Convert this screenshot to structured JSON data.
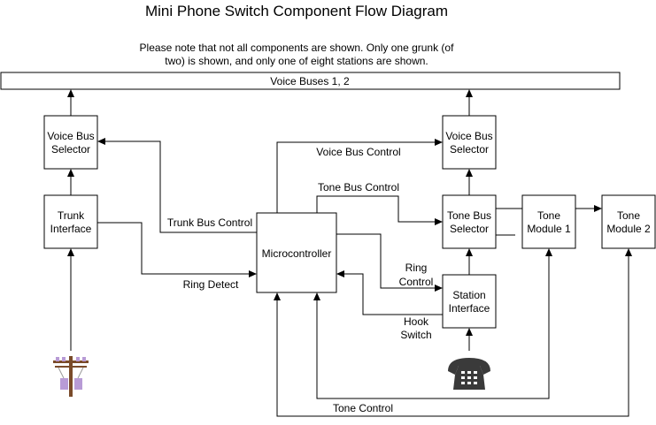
{
  "title": "Mini Phone Switch Component Flow Diagram",
  "note": [
    "Please note that not all components are shown.  Only one grunk (of",
    "two) is shown, and only one of eight stations are shown."
  ],
  "nodes": {
    "voice_buses": [
      "Voice Buses 1, 2"
    ],
    "vbs_left": [
      "Voice Bus",
      "Selector"
    ],
    "trunk": [
      "Trunk",
      "Interface"
    ],
    "vbs_right": [
      "Voice Bus",
      "Selector"
    ],
    "micro": [
      "Microcontroller"
    ],
    "tbs": [
      "Tone Bus",
      "Selector"
    ],
    "tone1": [
      "Tone",
      "Module 1"
    ],
    "tone2": [
      "Tone",
      "Module 2"
    ],
    "station": [
      "Station",
      "Interface"
    ]
  },
  "edge_labels": {
    "voice_bus_control": [
      "Voice Bus Control"
    ],
    "tone_bus_control": [
      "Tone Bus Control"
    ],
    "trunk_bus_control": [
      "Trunk Bus Control"
    ],
    "ring_detect": [
      "Ring Detect"
    ],
    "ring_control": [
      "Ring",
      "Control"
    ],
    "hook_switch": [
      "Hook",
      "Switch"
    ],
    "tone_control": [
      "Tone Control"
    ]
  },
  "icons": {
    "pole": "telephone-pole-icon",
    "phone": "telephone-icon"
  },
  "colors": {
    "pole_wood": "#7a4b2a",
    "pole_insulator": "#b89bd6",
    "phone_body": "#3a3a3a"
  }
}
